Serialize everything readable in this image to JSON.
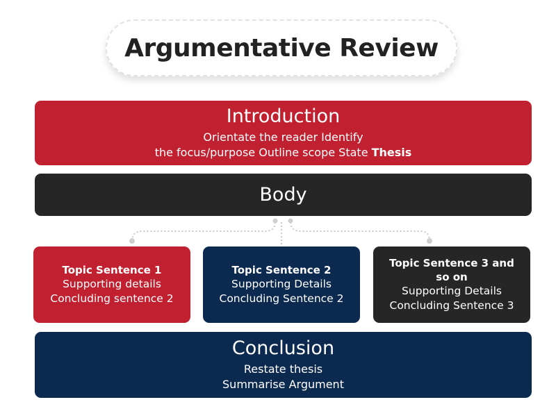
{
  "title": "Argumentative Review",
  "introduction": {
    "heading": "Introduction",
    "line1": "Orientate the reader Identify",
    "line2_prefix": "the focus/purpose Outline scope State ",
    "line2_bold": "Thesis"
  },
  "body": {
    "heading": "Body"
  },
  "topics": [
    {
      "title": "Topic Sentence 1",
      "lines": [
        "Supporting details",
        "Concluding sentence 2"
      ]
    },
    {
      "title": "Topic Sentence 2",
      "lines": [
        "Supporting Details",
        "Concluding Sentence 2"
      ]
    },
    {
      "title": "Topic Sentence 3 and so on",
      "lines": [
        "Supporting Details",
        "Concluding Sentence 3"
      ]
    }
  ],
  "conclusion": {
    "heading": "Conclusion",
    "lines": [
      "Restate thesis",
      "Summarise Argument"
    ]
  },
  "colors": {
    "red": "#c0202f",
    "navy": "#0c2a4f",
    "dark": "#262626"
  }
}
